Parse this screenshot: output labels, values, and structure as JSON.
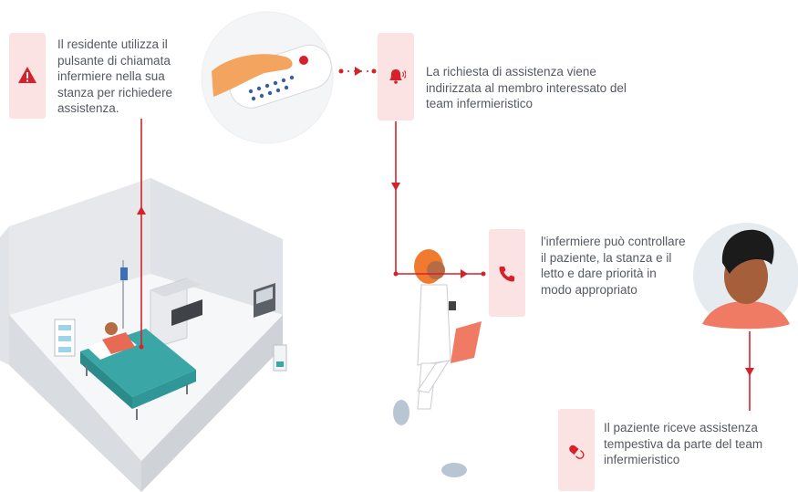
{
  "steps": [
    {
      "icon": "warning-triangle-icon",
      "text": "Il residente utilizza il pulsante di chiamata infermiere nella sua stanza per richiedere assistenza."
    },
    {
      "icon": "alarm-bell-icon",
      "text": "La richiesta di assistenza viene indirizzata al membro interessato del team infermieristico"
    },
    {
      "icon": "phone-icon",
      "text": "l'infermiere può controllare il paziente, la stanza e il letto e dare priorità in modo appropriato"
    },
    {
      "icon": "pill-capsule-icon",
      "text": "Il paziente riceve assistenza tempestiva da parte del team infermieristico"
    }
  ],
  "colors": {
    "accent": "#d7212a",
    "tab": "#fbe3e3",
    "room_wall": "#eceef0",
    "bed_teal": "#3aa6a6",
    "text": "#555a60"
  }
}
